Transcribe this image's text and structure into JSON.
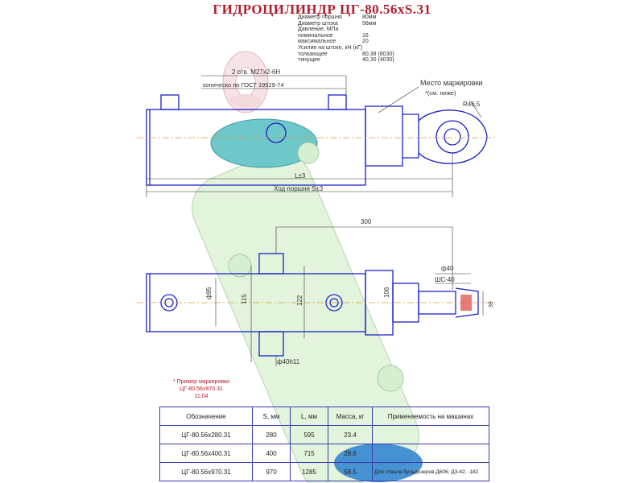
{
  "title": "ГИДРОЦИЛИНДР ЦГ-80.56хS.31",
  "specs": [
    {
      "k": "Диаметр поршня",
      "v": "80мм"
    },
    {
      "k": "Диаметр штока",
      "v": "56мм"
    },
    {
      "k": "Давление, МПа",
      "v": ""
    },
    {
      "k": "номинальное",
      "v": "16"
    },
    {
      "k": "максимальное",
      "v": "20"
    },
    {
      "k": "Усилие на штоке, кН (кГ)",
      "v": ""
    },
    {
      "k": "толкающее",
      "v": "80,38 (8030)"
    },
    {
      "k": "тянущее",
      "v": "40,30 (4030)"
    }
  ],
  "callouts": {
    "thread": "2 отв. М27х2-6Н",
    "gost": "коническо по ГОСТ 19529-74",
    "marking_place": "Место маркировки",
    "see_below": "*(см. ниже)",
    "radius": "R46,5",
    "length": "L±3",
    "stroke": "Ход поршня S±3",
    "dim_300": "300",
    "d40": "ф40",
    "shs40": "ШС-40",
    "d95": "ф95",
    "d115": "115",
    "d122": "122",
    "d106": "106",
    "d40h11": "ф40h11",
    "dim_39": "39"
  },
  "marking_note": [
    "* Пример маркировки",
    "ЦГ-80.56х970.31",
    "11.04"
  ],
  "table": {
    "headers": [
      "Обозначение",
      "S, мм",
      "L, мм",
      "Масса, кг",
      "Применяемость на машинах"
    ],
    "rows": [
      [
        "ЦГ-80.56х280.31",
        "280",
        "595",
        "23.4",
        ""
      ],
      [
        "ЦГ-80.56х400.31",
        "400",
        "715",
        "28.6",
        ""
      ],
      [
        "ЦГ-80.56х970.31",
        "970",
        "1285",
        "58.5",
        "Для отвала бульдозеров Д606; Д3-42; -182"
      ]
    ]
  }
}
